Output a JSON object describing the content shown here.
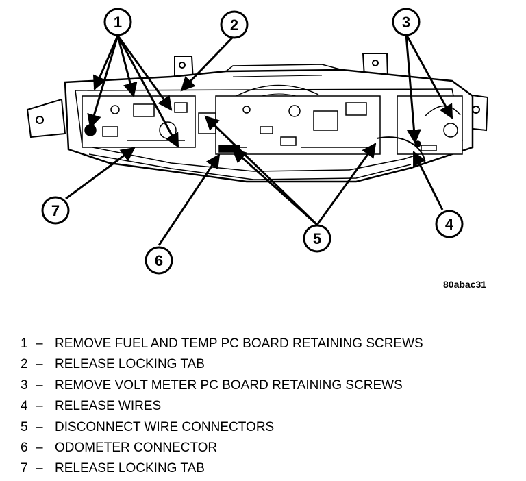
{
  "figure_code": "80abac31",
  "callouts": [
    {
      "number": "1"
    },
    {
      "number": "2"
    },
    {
      "number": "3"
    },
    {
      "number": "4"
    },
    {
      "number": "5"
    },
    {
      "number": "6"
    },
    {
      "number": "7"
    }
  ],
  "legend": [
    {
      "number": "1",
      "separator": "–",
      "text": "REMOVE FUEL AND TEMP PC BOARD RETAINING SCREWS"
    },
    {
      "number": "2",
      "separator": "–",
      "text": "RELEASE LOCKING TAB"
    },
    {
      "number": "3",
      "separator": "–",
      "text": "REMOVE VOLT METER PC BOARD RETAINING SCREWS"
    },
    {
      "number": "4",
      "separator": "–",
      "text": "RELEASE WIRES"
    },
    {
      "number": "5",
      "separator": "–",
      "text": "DISCONNECT WIRE CONNECTORS"
    },
    {
      "number": "6",
      "separator": "–",
      "text": "ODOMETER CONNECTOR"
    },
    {
      "number": "7",
      "separator": "–",
      "text": "RELEASE LOCKING TAB"
    }
  ]
}
